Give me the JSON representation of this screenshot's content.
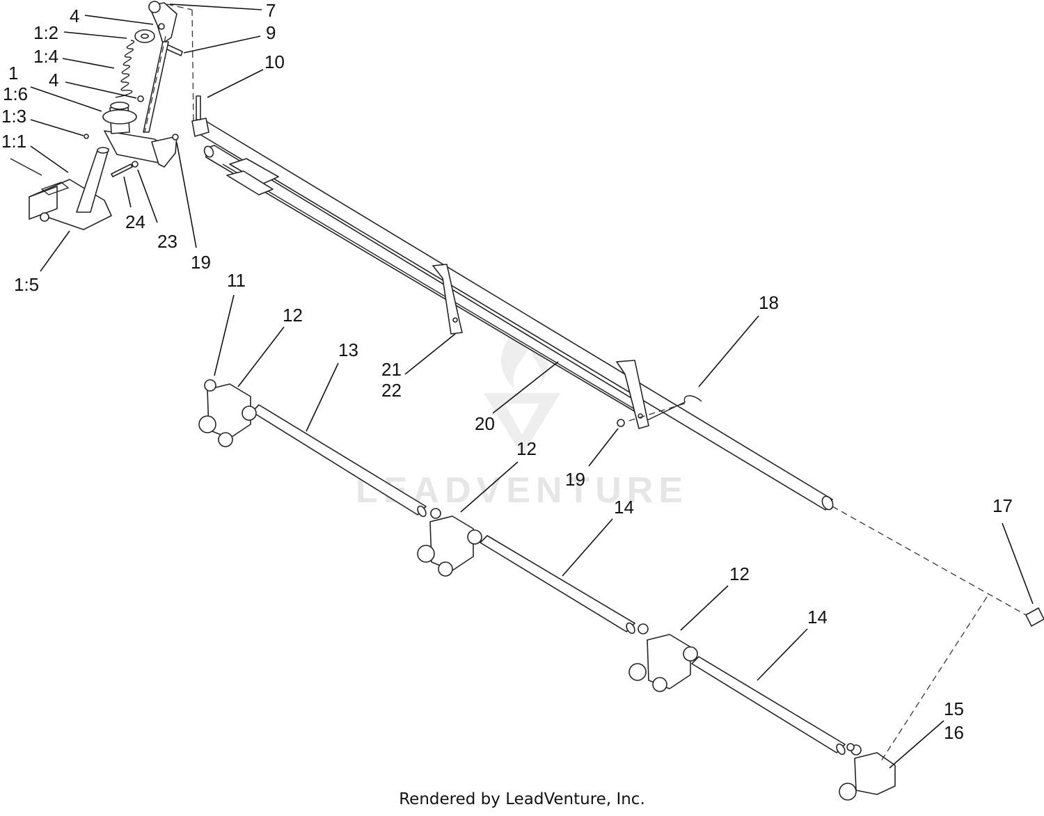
{
  "watermark": "LEADVENTURE",
  "credit": "Rendered by LeadVenture, Inc.",
  "callouts": [
    {
      "id": "c-4a",
      "text": "4"
    },
    {
      "id": "c-1-2",
      "text": "1:2"
    },
    {
      "id": "c-1-4",
      "text": "1:4"
    },
    {
      "id": "c-4b",
      "text": "4"
    },
    {
      "id": "c-1",
      "text": "1"
    },
    {
      "id": "c-1-6",
      "text": "1:6"
    },
    {
      "id": "c-1-3",
      "text": "1:3"
    },
    {
      "id": "c-1-1",
      "text": "1:1"
    },
    {
      "id": "c-24",
      "text": "24"
    },
    {
      "id": "c-23",
      "text": "23"
    },
    {
      "id": "c-19a",
      "text": "19"
    },
    {
      "id": "c-1-5",
      "text": "1:5"
    },
    {
      "id": "c-7",
      "text": "7"
    },
    {
      "id": "c-9",
      "text": "9"
    },
    {
      "id": "c-10",
      "text": "10"
    },
    {
      "id": "c-11",
      "text": "11"
    },
    {
      "id": "c-12a",
      "text": "12"
    },
    {
      "id": "c-13",
      "text": "13"
    },
    {
      "id": "c-21",
      "text": "21"
    },
    {
      "id": "c-22",
      "text": "22"
    },
    {
      "id": "c-20",
      "text": "20"
    },
    {
      "id": "c-18",
      "text": "18"
    },
    {
      "id": "c-12b",
      "text": "12"
    },
    {
      "id": "c-19b",
      "text": "19"
    },
    {
      "id": "c-14a",
      "text": "14"
    },
    {
      "id": "c-17",
      "text": "17"
    },
    {
      "id": "c-12c",
      "text": "12"
    },
    {
      "id": "c-14b",
      "text": "14"
    },
    {
      "id": "c-15",
      "text": "15"
    },
    {
      "id": "c-16",
      "text": "16"
    }
  ]
}
